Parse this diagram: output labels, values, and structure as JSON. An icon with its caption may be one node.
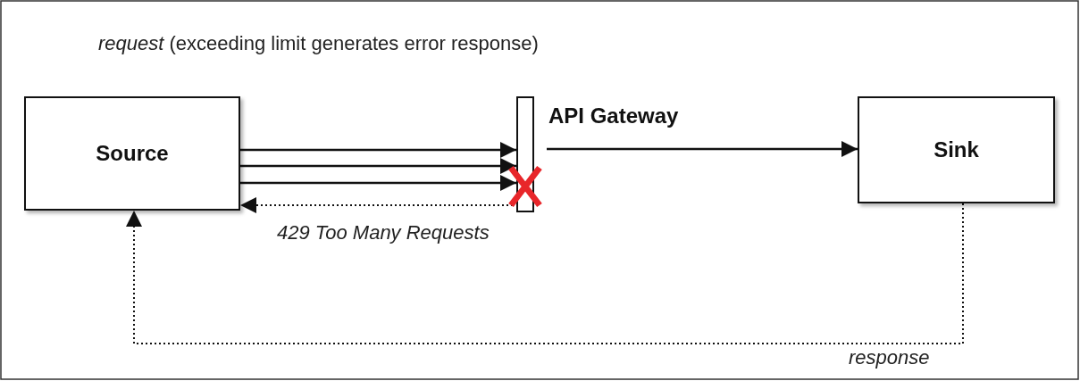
{
  "diagram": {
    "nodes": [
      {
        "text": [
          "Source"
        ]
      },
      {
        "text": [
          "API Gateway"
        ]
      },
      {
        "text": [
          "Sink"
        ]
      }
    ],
    "edges": [
      {
        "from": 0,
        "to": 1,
        "arrow": "to"
      },
      {
        "from": 0,
        "to": 1,
        "arrow": "to"
      },
      {
        "from": 0,
        "to": 1,
        "arrow": "to"
      },
      {
        "from": 1,
        "to": 2,
        "arrow": "to"
      },
      {
        "from": 1,
        "to": 0,
        "arrow": "to",
        "style": "dashed",
        "label": "429 Too Many Requests"
      },
      {
        "from": 2,
        "to": 0,
        "arrow": "to",
        "style": "dashed",
        "label": "response"
      }
    ],
    "labels": [
      "*request* (exceeding limit generates error response)"
    ]
  }
}
